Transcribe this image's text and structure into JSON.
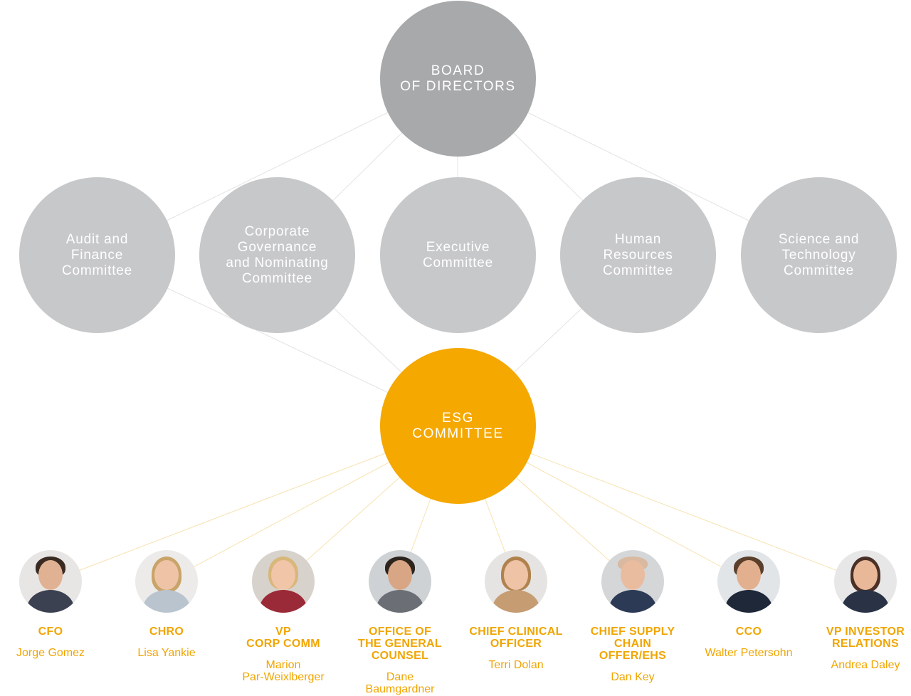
{
  "board": {
    "label": "BOARD\nOF DIRECTORS"
  },
  "committees": [
    {
      "label": "Audit and\nFinance\nCommittee"
    },
    {
      "label": "Corporate\nGovernance\nand Nominating\nCommittee"
    },
    {
      "label": "Executive\nCommittee"
    },
    {
      "label": "Human\nResources\nCommittee"
    },
    {
      "label": "Science and\nTechnology\nCommittee"
    }
  ],
  "esg": {
    "label": "ESG\nCOMMITTEE"
  },
  "members": [
    {
      "role": "CFO",
      "name": "Jorge Gomez"
    },
    {
      "role": "CHRO",
      "name": "Lisa Yankie"
    },
    {
      "role": "VP\nCORP COMM",
      "name": "Marion\nPar-Weixlberger"
    },
    {
      "role": "OFFICE OF\nTHE GENERAL\nCOUNSEL",
      "name": "Dane\nBaumgardner"
    },
    {
      "role": "CHIEF CLINICAL\nOFFICER",
      "name": "Terri Dolan"
    },
    {
      "role": "CHIEF SUPPLY\nCHAIN\nOFFER/EHS",
      "name": "Dan Key"
    },
    {
      "role": "CCO",
      "name": "Walter Petersohn"
    },
    {
      "role": "VP INVESTOR\nRELATIONS",
      "name": "Andrea Daley"
    }
  ],
  "colors": {
    "board": "#a7a9ab",
    "committee": "#c7c8ca",
    "esg": "#f5a800",
    "accent_text": "#f0a500",
    "gray_line": "#e3e3e3",
    "gold_line": "#f7e3b0"
  }
}
